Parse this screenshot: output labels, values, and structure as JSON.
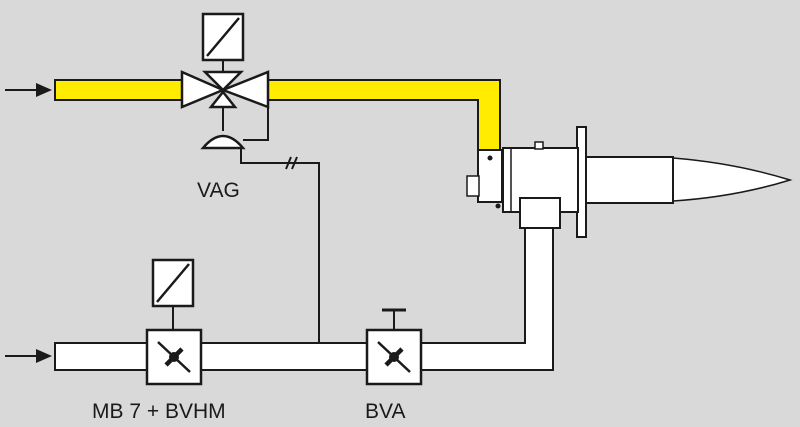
{
  "labels": {
    "vag": "VAG",
    "mb": "MB 7 + BVHM",
    "bva": "BVA"
  },
  "colors": {
    "background": "#d9d9d9",
    "gas_line": "#ffec00",
    "pipe": "#ffffff",
    "outline": "#1a1a1a"
  },
  "icons": {
    "inlet_arrows": "right-arrow",
    "actuators": "solenoid-box",
    "valves": "butterfly-valve"
  }
}
